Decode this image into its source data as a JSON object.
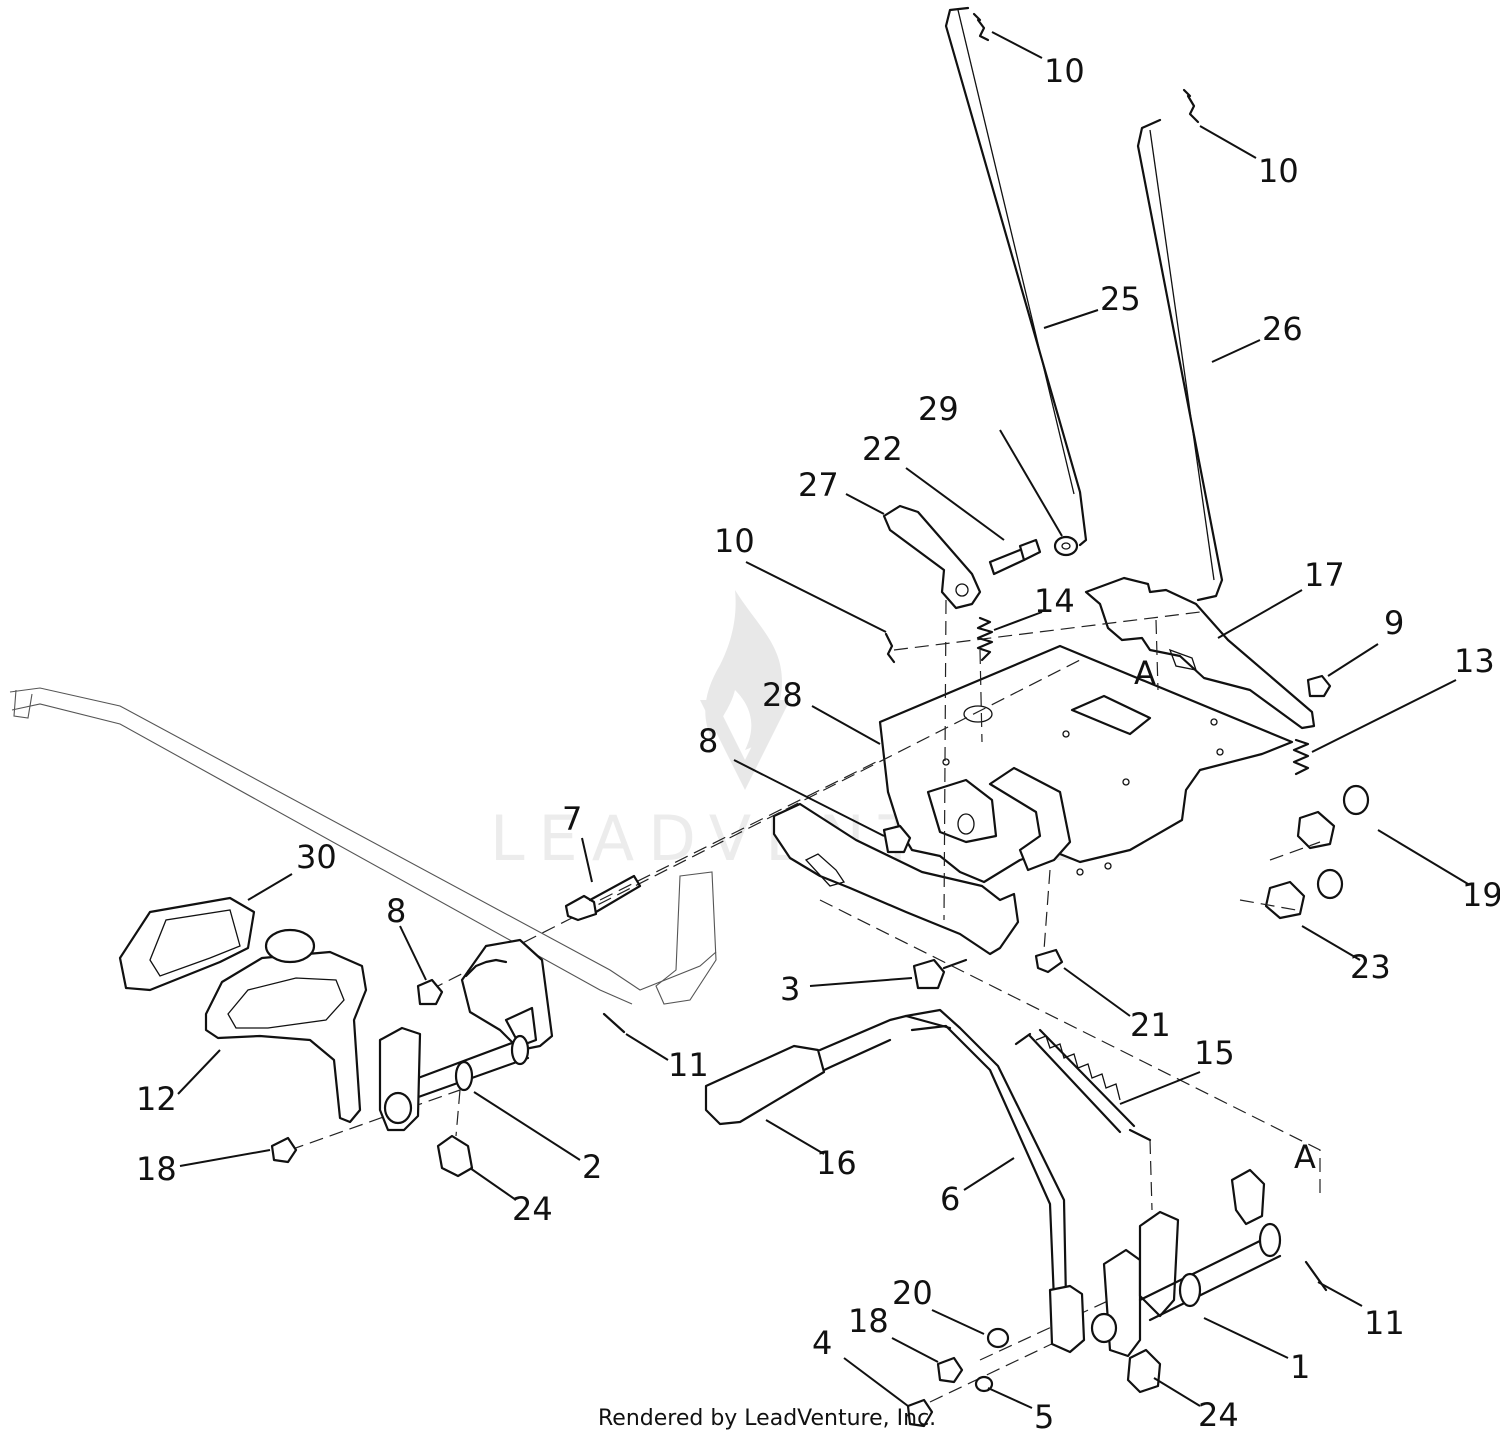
{
  "watermark": "LEADVENTURE",
  "footer": "Rendered by LeadVenture, Inc.",
  "callouts": [
    "10",
    "10",
    "25",
    "26",
    "29",
    "22",
    "27",
    "10",
    "14",
    "17",
    "9",
    "13",
    "A",
    "28",
    "8",
    "7",
    "30",
    "8",
    "19",
    "23",
    "3",
    "21",
    "11",
    "15",
    "12",
    "2",
    "16",
    "A",
    "18",
    "24",
    "6",
    "11",
    "20",
    "18",
    "4",
    "1",
    "5",
    "24"
  ]
}
